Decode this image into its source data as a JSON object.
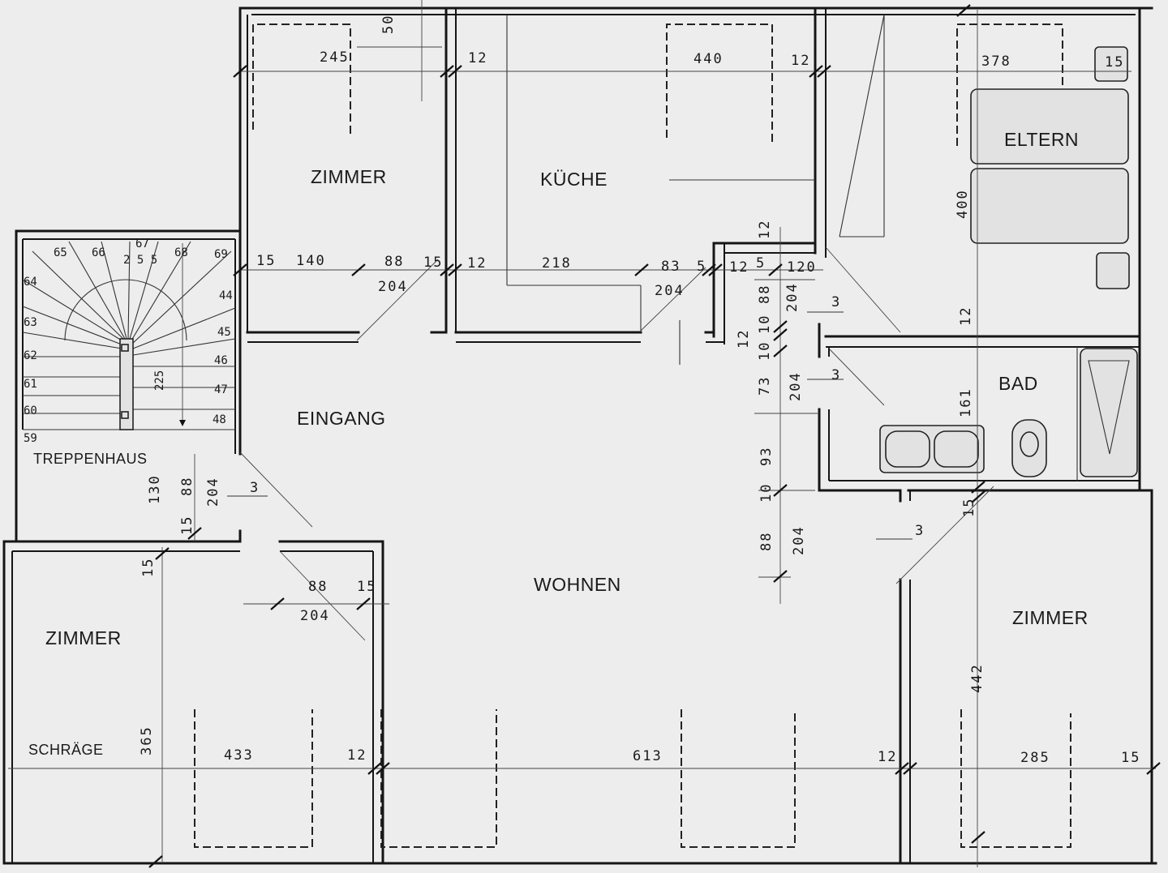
{
  "rooms": {
    "zimmer_nw": "ZIMMER",
    "kueche": "KÜCHE",
    "eltern": "ELTERN",
    "bad": "BAD",
    "eingang": "EINGANG",
    "treppenhaus": "TREPPENHAUS",
    "wohnen": "WOHNEN",
    "zimmer_sw": "ZIMMER",
    "schraege": "SCHRÄGE",
    "zimmer_se": "ZIMMER"
  },
  "dims": {
    "d245": "245",
    "d50": "50",
    "d12a": "12",
    "d440": "440",
    "d12b": "12",
    "d378": "378",
    "d15a": "15",
    "d400": "400",
    "d15b": "15",
    "d140": "140",
    "d88a": "88",
    "d15c": "15",
    "d204a": "204",
    "d12c": "12",
    "d218": "218",
    "d83": "83",
    "d5a": "5",
    "d204b": "204",
    "d12d": "12",
    "d5b": "5",
    "d120": "120",
    "d12e": "12",
    "d88b": "88",
    "d204c": "204",
    "d3a": "3",
    "d12f": "12",
    "d12g": "12",
    "d10a": "10",
    "d10b": "10",
    "d73": "73",
    "d204d": "204",
    "d3b": "3",
    "d161": "161",
    "d130": "130",
    "d88c": "88",
    "d204e": "204",
    "d3c": "3",
    "d15d": "15",
    "d93": "93",
    "d10c": "10",
    "d88d": "88",
    "d204f": "204",
    "d3d": "3",
    "d15e": "15",
    "d15f": "15",
    "d88e": "88",
    "d15g": "15",
    "d204g": "204",
    "d442": "442",
    "d365": "365",
    "d433": "433",
    "d12h": "12",
    "d613": "613",
    "d12i": "12",
    "d285": "285",
    "d15h": "15"
  },
  "stairs": [
    "65",
    "66",
    "2 5 5",
    "67",
    "68",
    "69",
    "64",
    "63",
    "62",
    "61",
    "60",
    "59",
    "44",
    "45",
    "46",
    "47",
    "48",
    "225"
  ]
}
